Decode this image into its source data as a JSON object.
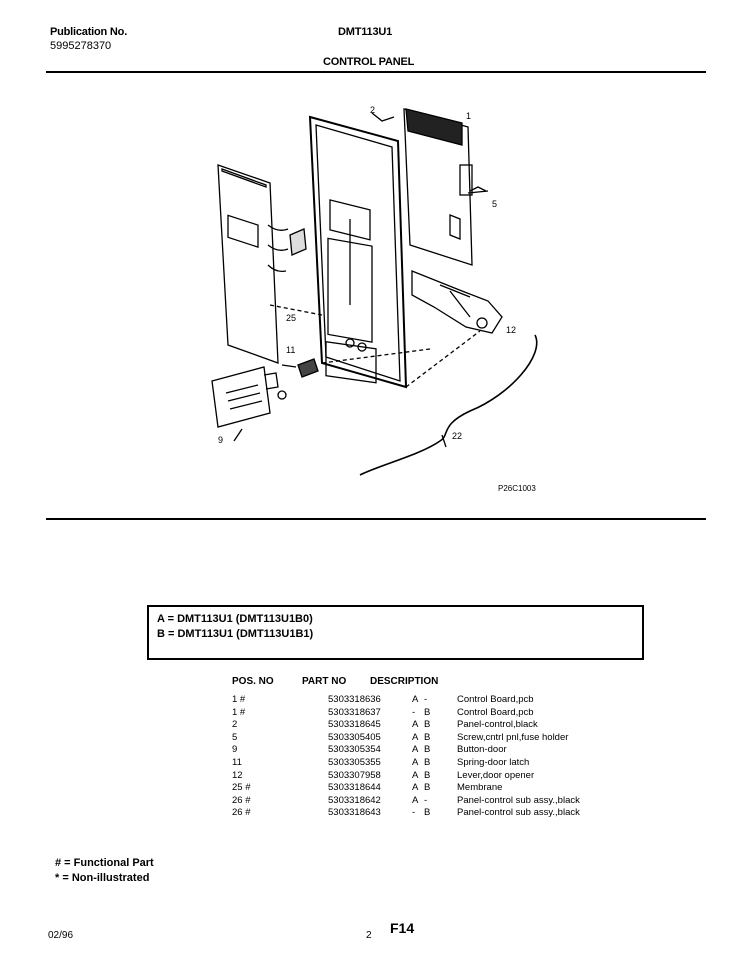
{
  "header": {
    "publication_label": "Publication No.",
    "publication_no": "5995278370",
    "model": "DMT113U1",
    "section_title": "CONTROL PANEL"
  },
  "diagram": {
    "figure_code": "P26C1003",
    "callouts": [
      "1",
      "2",
      "5",
      "9",
      "11",
      "12",
      "22",
      "25"
    ]
  },
  "models": [
    {
      "key": "A",
      "text": "A  =  DMT113U1 (DMT113U1B0)"
    },
    {
      "key": "B",
      "text": "B  =  DMT113U1 (DMT113U1B1)"
    }
  ],
  "table": {
    "headers": {
      "pos": "POS. NO",
      "part": "PART NO",
      "desc": "DESCRIPTION"
    },
    "rows": [
      {
        "pos": "1 #",
        "part": "5303318636",
        "a": "A",
        "b": "-",
        "desc": "Control Board,pcb"
      },
      {
        "pos": "1 #",
        "part": "5303318637",
        "a": "-",
        "b": "B",
        "desc": "Control Board,pcb"
      },
      {
        "pos": "2",
        "part": "5303318645",
        "a": "A",
        "b": "B",
        "desc": "Panel-control,black"
      },
      {
        "pos": "5",
        "part": "5303305405",
        "a": "A",
        "b": "B",
        "desc": "Screw,cntrl pnl,fuse holder"
      },
      {
        "pos": "9",
        "part": "5303305354",
        "a": "A",
        "b": "B",
        "desc": "Button-door"
      },
      {
        "pos": "11",
        "part": "5303305355",
        "a": "A",
        "b": "B",
        "desc": "Spring-door latch"
      },
      {
        "pos": "12",
        "part": "5303307958",
        "a": "A",
        "b": "B",
        "desc": "Lever,door opener"
      },
      {
        "pos": "25 #",
        "part": "5303318644",
        "a": "A",
        "b": "B",
        "desc": "Membrane"
      },
      {
        "pos": "26 #",
        "part": "5303318642",
        "a": "A",
        "b": "-",
        "desc": "Panel-control sub assy.,black"
      },
      {
        "pos": "26 #",
        "part": "5303318643",
        "a": "-",
        "b": "B",
        "desc": "Panel-control sub assy.,black"
      }
    ]
  },
  "notes": {
    "functional": "# = Functional Part",
    "non_illustrated": "* = Non-illustrated"
  },
  "footer": {
    "date": "02/96",
    "page_left": "2",
    "page_code": "F14"
  }
}
